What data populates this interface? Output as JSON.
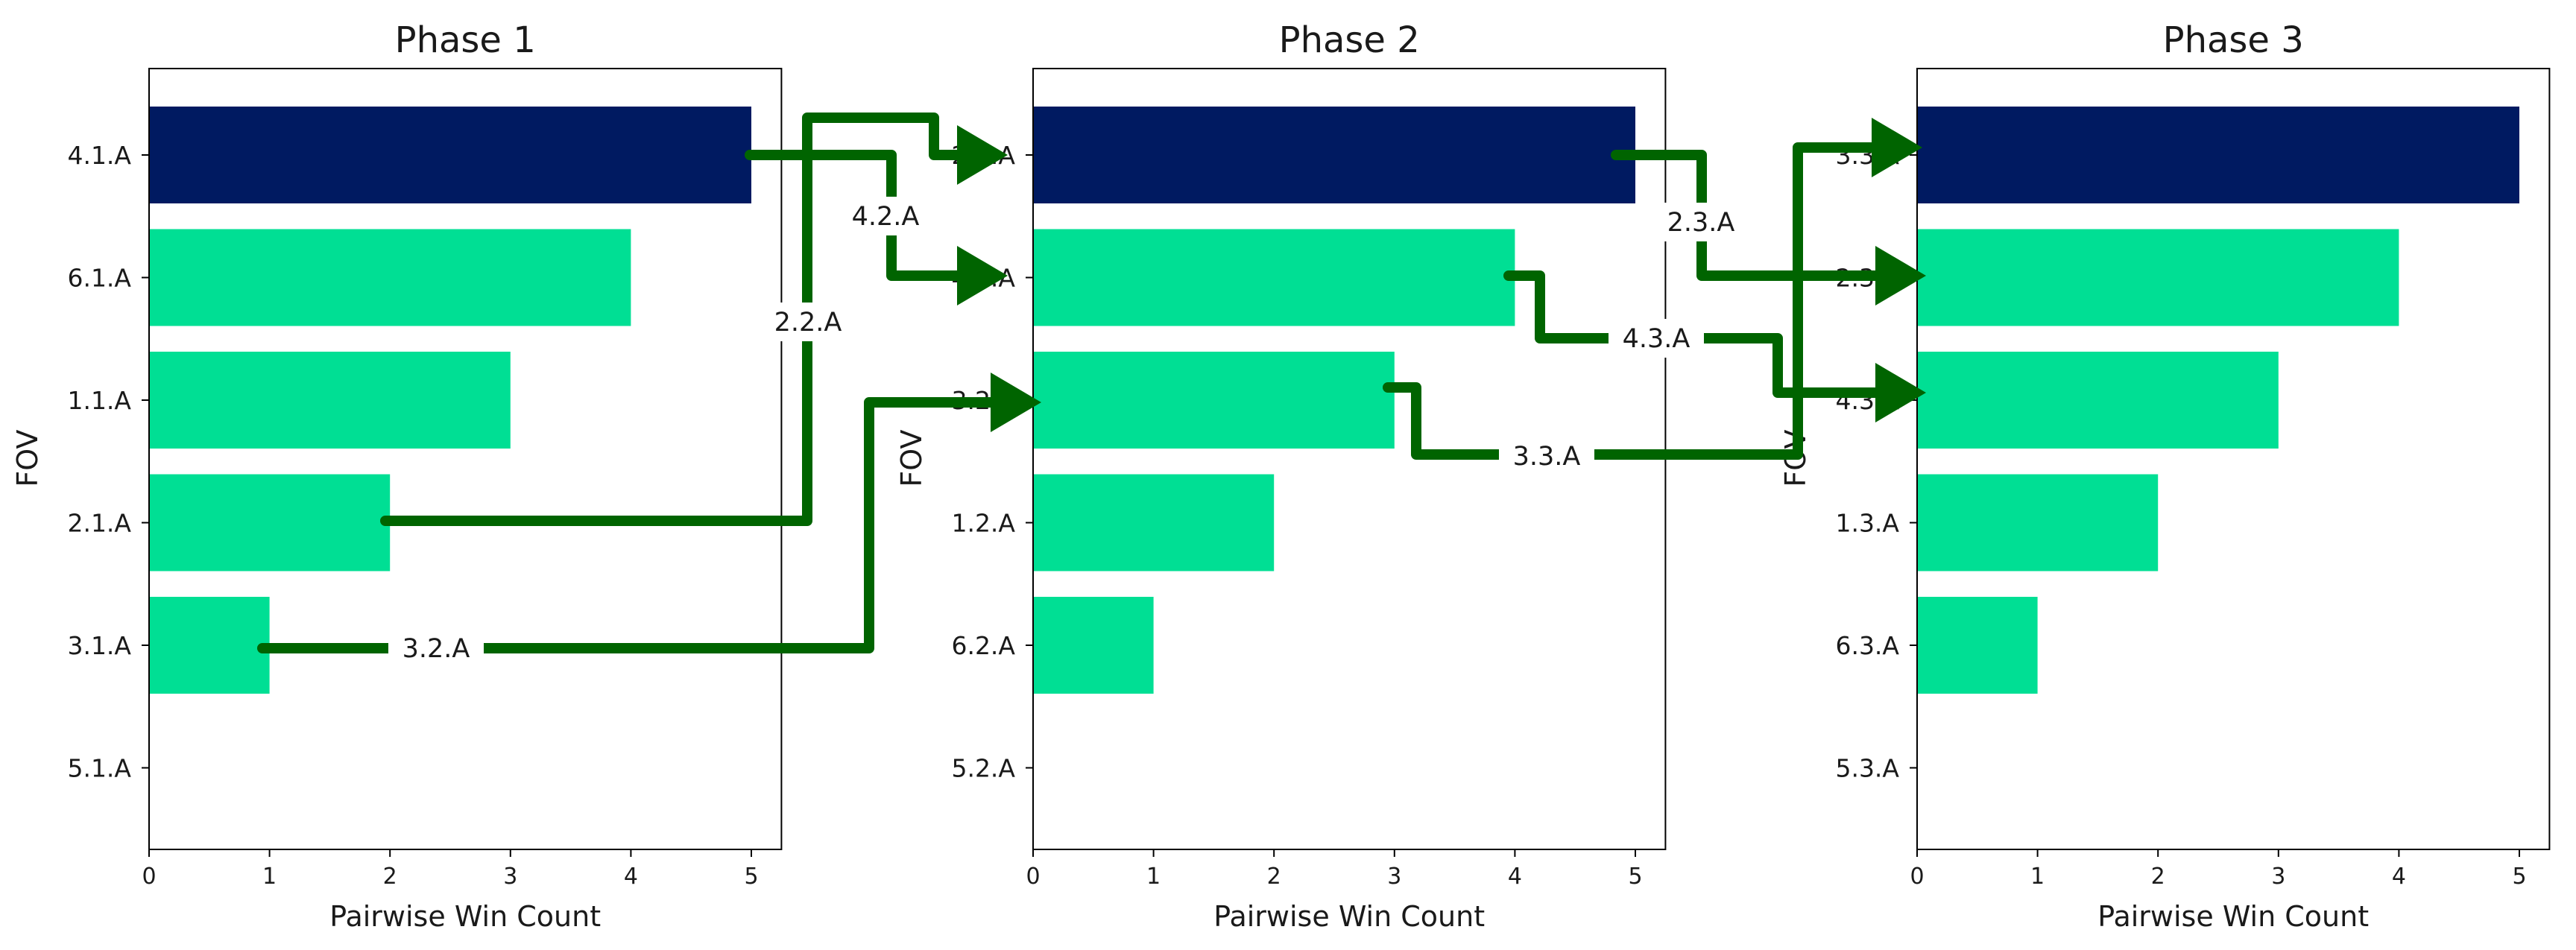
{
  "colors": {
    "winner": "#001a61",
    "other": "#00df94",
    "arrow": "#006400"
  },
  "chart_data": [
    {
      "type": "bar",
      "orientation": "horizontal",
      "title": "Phase 1",
      "xlabel": "Pairwise Win Count",
      "ylabel": "FOV",
      "categories": [
        "4.1.A",
        "6.1.A",
        "1.1.A",
        "2.1.A",
        "3.1.A",
        "5.1.A"
      ],
      "values": [
        5,
        4,
        3,
        2,
        1,
        0
      ],
      "xlim": [
        0,
        5.25
      ],
      "xticks": [
        "0",
        "1",
        "2",
        "3",
        "4",
        "5"
      ],
      "grid": false
    },
    {
      "type": "bar",
      "orientation": "horizontal",
      "title": "Phase 2",
      "xlabel": "Pairwise Win Count",
      "ylabel": "FOV",
      "categories": [
        "2.2.A",
        "4.2.A",
        "3.2.A",
        "1.2.A",
        "6.2.A",
        "5.2.A"
      ],
      "values": [
        5,
        4,
        3,
        2,
        1,
        0
      ],
      "xlim": [
        0,
        5.25
      ],
      "xticks": [
        "0",
        "1",
        "2",
        "3",
        "4",
        "5"
      ],
      "grid": false
    },
    {
      "type": "bar",
      "orientation": "horizontal",
      "title": "Phase 3",
      "xlabel": "Pairwise Win Count",
      "ylabel": "FOV",
      "categories": [
        "3.3.A",
        "2.3.A",
        "4.3.A",
        "1.3.A",
        "6.3.A",
        "5.3.A"
      ],
      "values": [
        5,
        4,
        3,
        2,
        1,
        0
      ],
      "xlim": [
        0,
        5.25
      ],
      "xticks": [
        "0",
        "1",
        "2",
        "3",
        "4",
        "5"
      ],
      "grid": false
    }
  ],
  "flows": [
    {
      "label": "4.2.A",
      "from_phase": 0,
      "from_row": 0,
      "to_phase": 1,
      "to_row": 1
    },
    {
      "label": "2.2.A",
      "from_phase": 0,
      "from_row": 3,
      "to_phase": 1,
      "to_row": 0
    },
    {
      "label": "3.2.A",
      "from_phase": 0,
      "from_row": 4,
      "to_phase": 1,
      "to_row": 2
    },
    {
      "label": "2.3.A",
      "from_phase": 1,
      "from_row": 0,
      "to_phase": 2,
      "to_row": 1
    },
    {
      "label": "4.3.A",
      "from_phase": 1,
      "from_row": 1,
      "to_phase": 2,
      "to_row": 2
    },
    {
      "label": "3.3.A",
      "from_phase": 1,
      "from_row": 2,
      "to_phase": 2,
      "to_row": 0
    }
  ]
}
